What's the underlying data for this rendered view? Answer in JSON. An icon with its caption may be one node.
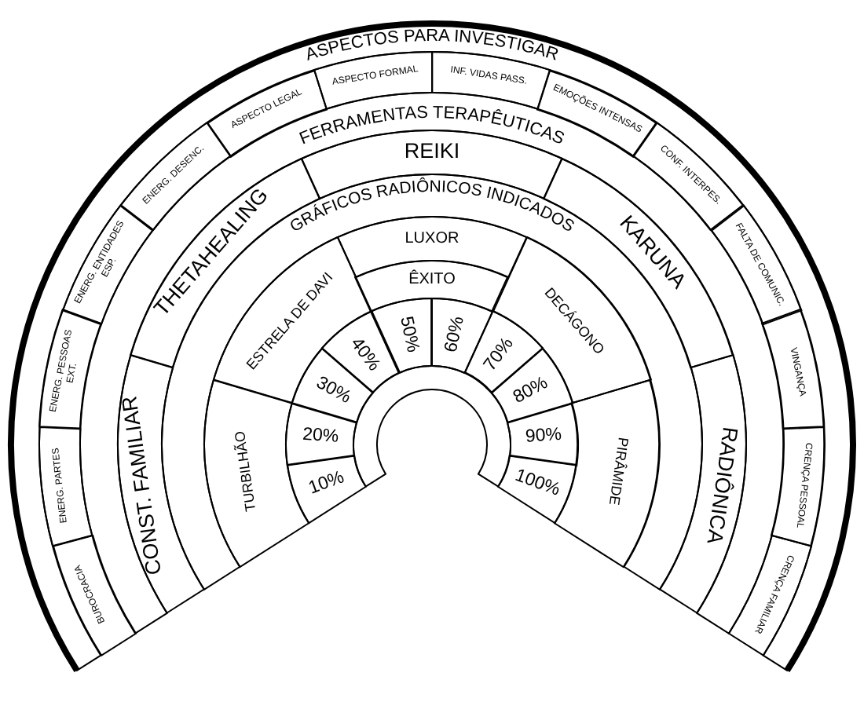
{
  "diagram": {
    "nodes": [
      {
        "text": [
          "ASPECTOS PARA INVESTIGAR"
        ]
      },
      {
        "text": [
          "BUROCRACIA"
        ]
      },
      {
        "text": [
          "ENERG. PARTES"
        ]
      },
      {
        "text": [
          "ENERG. PESSOAS EXT."
        ]
      },
      {
        "text": [
          "ENERG. ENTIDADES ESP."
        ]
      },
      {
        "text": [
          "ENERG. DESENC."
        ]
      },
      {
        "text": [
          "ASPECTO LEGAL"
        ]
      },
      {
        "text": [
          "ASPECTO FORMAL"
        ]
      },
      {
        "text": [
          "INF. VIDAS PASS."
        ]
      },
      {
        "text": [
          "EMOÇÕES INTENSAS"
        ]
      },
      {
        "text": [
          "CONF. INTERPES."
        ]
      },
      {
        "text": [
          "FALTA DE COMUNIC."
        ]
      },
      {
        "text": [
          "VINGANÇA"
        ]
      },
      {
        "text": [
          "CRENÇA PESSOAL"
        ]
      },
      {
        "text": [
          "CRENÇA FAMILIAR"
        ]
      },
      {
        "text": [
          "FERRAMENTAS TERAPÊUTICAS"
        ]
      },
      {
        "text": [
          "CONST. FAMILIAR"
        ]
      },
      {
        "text": [
          "THETAHEALING"
        ]
      },
      {
        "text": [
          "REIKI"
        ]
      },
      {
        "text": [
          "KARUNA"
        ]
      },
      {
        "text": [
          "RADIÔNICA"
        ]
      },
      {
        "text": [
          "GRÁFICOS RADIÔNICOS INDICADOS"
        ]
      },
      {
        "text": [
          "TURBILHÃO"
        ]
      },
      {
        "text": [
          "ESTRELA DE DAVI"
        ]
      },
      {
        "text": [
          "LUXOR"
        ]
      },
      {
        "text": [
          "ÊXITO"
        ]
      },
      {
        "text": [
          "DECÁGONO"
        ]
      },
      {
        "text": [
          "PIRÂMIDE"
        ]
      },
      {
        "text": [
          "10%"
        ]
      },
      {
        "text": [
          "20%"
        ]
      },
      {
        "text": [
          "30%"
        ]
      },
      {
        "text": [
          "40%"
        ]
      },
      {
        "text": [
          "50%"
        ]
      },
      {
        "text": [
          "60%"
        ]
      },
      {
        "text": [
          "70%"
        ]
      },
      {
        "text": [
          "80%"
        ]
      },
      {
        "text": [
          "90%"
        ]
      },
      {
        "text": [
          "100%"
        ]
      },
      {
        "text": [],
        "shape": "ring"
      }
    ]
  }
}
